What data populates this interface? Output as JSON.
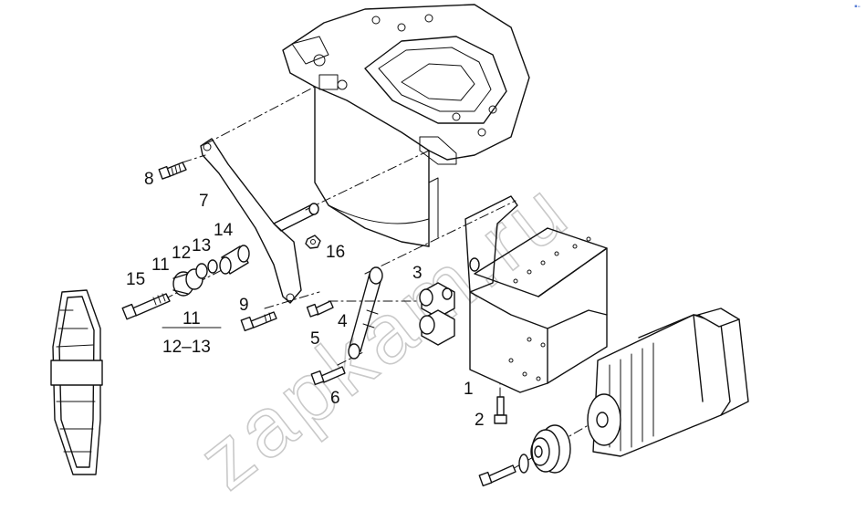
{
  "watermark": "zapkam.ru",
  "corner_mark": "▪‑",
  "callouts": [
    {
      "id": "c1",
      "text": "1"
    },
    {
      "id": "c2",
      "text": "2"
    },
    {
      "id": "c3",
      "text": "3"
    },
    {
      "id": "c4",
      "text": "4"
    },
    {
      "id": "c5",
      "text": "5"
    },
    {
      "id": "c6",
      "text": "6"
    },
    {
      "id": "c7",
      "text": "7"
    },
    {
      "id": "c8",
      "text": "8"
    },
    {
      "id": "c9",
      "text": "9"
    },
    {
      "id": "c11a",
      "text": "11"
    },
    {
      "id": "c12",
      "text": "12"
    },
    {
      "id": "c13",
      "text": "13"
    },
    {
      "id": "c14",
      "text": "14"
    },
    {
      "id": "c15",
      "text": "15"
    },
    {
      "id": "c16",
      "text": "16"
    },
    {
      "id": "c11b",
      "text": "11"
    },
    {
      "id": "c1213",
      "text": "12–13"
    }
  ],
  "colors": {
    "line": "#111111",
    "watermark": "#c9c9c9",
    "corner": "#5b7fd6"
  }
}
